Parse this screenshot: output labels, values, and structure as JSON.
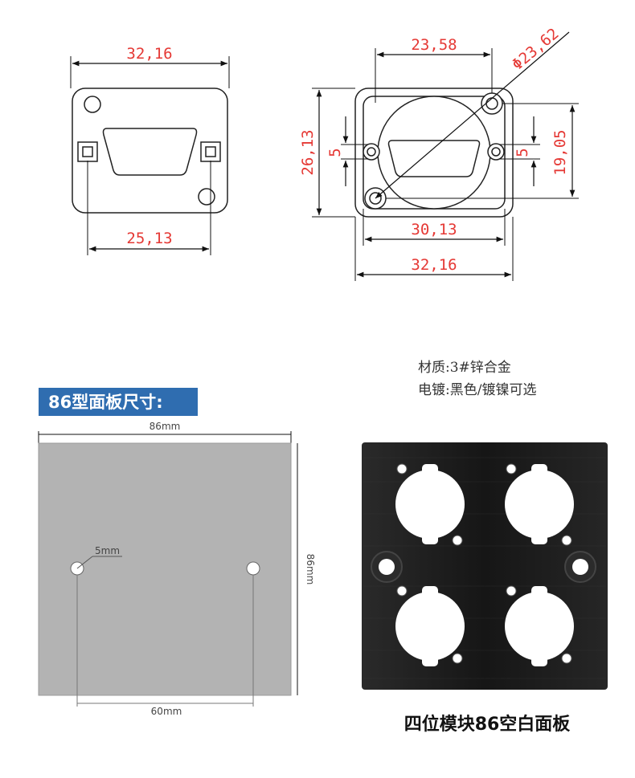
{
  "left_drawing": {
    "top_width": "32,16",
    "hole_spacing": "25,13"
  },
  "right_drawing": {
    "top_width": "23,58",
    "diameter": "Φ23,62",
    "height_left": "26,13",
    "small_left": "5",
    "small_right": "5",
    "height_right": "19,05",
    "inner_width": "30,13",
    "outer_width": "32,16"
  },
  "panel_spec": {
    "banner_title": "86型面板尺寸:",
    "width_label": "86mm",
    "height_label": "86mm",
    "hole_label": "5mm",
    "spacing_label": "60mm"
  },
  "material_notes": {
    "line1": "材质:3#锌合金",
    "line2": "电镀:黑色/镀镍可选"
  },
  "product_caption": "四位模块86空白面板",
  "colors": {
    "dimension_text": "#e53935",
    "banner_bg": "#2f6db0",
    "panel_gray": "#b3b3b3",
    "plate_black": "#1c1c1c"
  }
}
